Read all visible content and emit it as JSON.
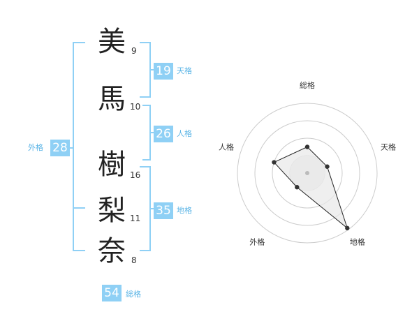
{
  "characters": [
    {
      "char": "美",
      "strokes": "9"
    },
    {
      "char": "馬",
      "strokes": "10"
    },
    {
      "char": "樹",
      "strokes": "16"
    },
    {
      "char": "梨",
      "strokes": "11"
    },
    {
      "char": "奈",
      "strokes": "8"
    }
  ],
  "kaku": {
    "tenkaku": {
      "value": "19",
      "label": "天格"
    },
    "jinkaku": {
      "value": "26",
      "label": "人格"
    },
    "chikaku": {
      "value": "35",
      "label": "地格"
    },
    "gaikaku": {
      "value": "28",
      "label": "外格"
    },
    "soukaku": {
      "value": "54",
      "label": "総格"
    }
  },
  "chart_data": {
    "type": "radar",
    "axes": [
      "総格",
      "天格",
      "地格",
      "外格",
      "人格"
    ],
    "levels": 4,
    "range": [
      0,
      4
    ],
    "series": [
      {
        "values": [
          1.5,
          1.2,
          3.9,
          1.0,
          2.0
        ]
      }
    ],
    "colors": {
      "polygon_fill": "#e8e8e8",
      "polygon_stroke": "#222222",
      "rings": "#cccccc"
    }
  }
}
